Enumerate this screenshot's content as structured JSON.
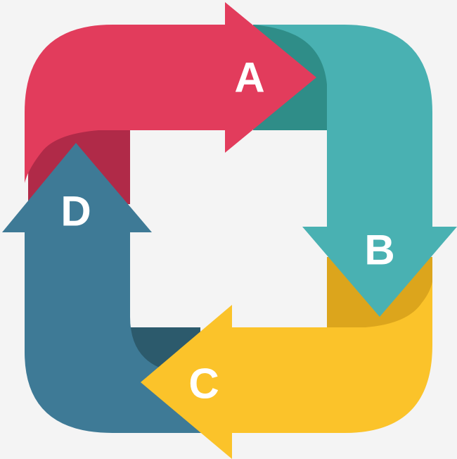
{
  "diagram": {
    "background": "#f4f4f4",
    "arrows": [
      {
        "label": "A",
        "color": "#e23c5c",
        "shadow": "#b02a48",
        "direction": "right"
      },
      {
        "label": "B",
        "color": "#49b1b2",
        "shadow": "#2f8d88",
        "direction": "down"
      },
      {
        "label": "C",
        "color": "#fbc32a",
        "shadow": "#dca51c",
        "direction": "left"
      },
      {
        "label": "D",
        "color": "#3e7a96",
        "shadow": "#2c5a6c",
        "direction": "up"
      }
    ]
  }
}
